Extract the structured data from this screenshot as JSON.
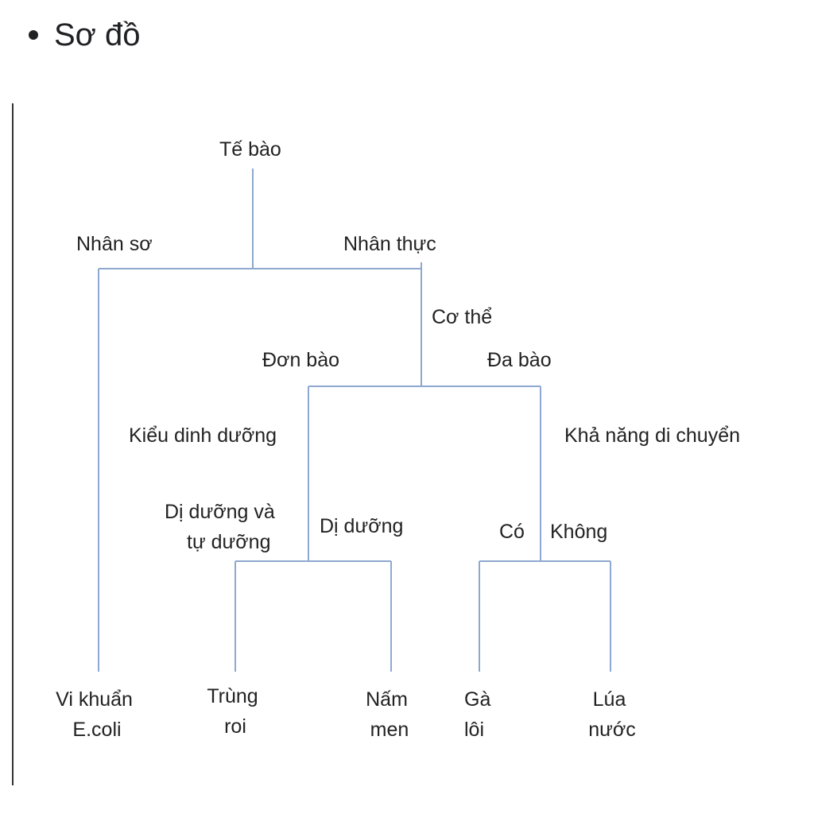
{
  "heading": "Sơ đồ",
  "colors": {
    "connector": "#8ea8cf",
    "text": "#222222"
  },
  "diagram": {
    "root": "Tế bào",
    "nhan_so": "Nhân sơ",
    "nhan_thuc": "Nhân thực",
    "co_the": "Cơ thể",
    "don_bao": "Đơn bào",
    "da_bao": "Đa bào",
    "kieu_dinh_duong": "Kiểu dinh dưỡng",
    "kha_nang_di_chuyen": "Khả năng di chuyển",
    "di_va_tu_duong": [
      "Dị dưỡng và",
      "tự dưỡng"
    ],
    "di_duong": "Dị dưỡng",
    "co": "Có",
    "khong": "Không",
    "leaves": {
      "vi_khuan": [
        "Vi khuẩn",
        "E.coli"
      ],
      "trung_roi": [
        "Trùng",
        "roi"
      ],
      "nam_men": [
        "Nấm",
        "men"
      ],
      "ga_loi": [
        "Gà",
        "lôi"
      ],
      "lua_nuoc": [
        "Lúa",
        "nước"
      ]
    }
  }
}
